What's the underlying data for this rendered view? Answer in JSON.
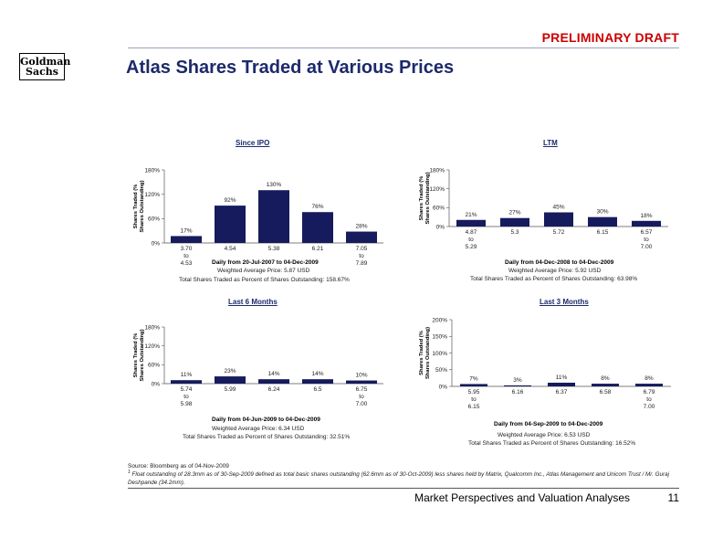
{
  "header": {
    "draft_label": "PRELIMINARY DRAFT",
    "logo_line1": "Goldman",
    "logo_line2": "Sachs",
    "title": "Atlas Shares Traded at Various Prices"
  },
  "colors": {
    "bar": "#151b5c",
    "title": "#1c2a6b",
    "draft": "#cc0000"
  },
  "chart_data": [
    {
      "id": "since-ipo",
      "type": "bar",
      "title": "Since IPO",
      "ylabel": "Shares Traded (% Shares Outstanding)",
      "yticks": [
        "0%",
        "60%",
        "120%",
        "180%"
      ],
      "ylim": [
        0,
        180
      ],
      "categories": [
        [
          "3.70",
          "to",
          "4.53"
        ],
        [
          "4.54"
        ],
        [
          "5.38"
        ],
        [
          "6.21"
        ],
        [
          "7.05",
          "to",
          "7.89"
        ]
      ],
      "values": [
        17,
        92,
        130,
        76,
        28
      ],
      "data_labels": [
        "17%",
        "92%",
        "130%",
        "76%",
        "28%"
      ],
      "subtitle": "Daily from 20-Jul-2007 to 04-Dec-2009",
      "weighted_avg": "Weighted Average Price: 5.87 USD",
      "total": "Total Shares Traded as Percent of Shares Outstanding: 158.67%"
    },
    {
      "id": "ltm",
      "type": "bar",
      "title": "LTM",
      "ylabel": "Shares Traded (% Shares Outstanding)",
      "yticks": [
        "0%",
        "60%",
        "120%",
        "180%"
      ],
      "ylim": [
        0,
        180
      ],
      "categories": [
        [
          "4.87",
          "to",
          "5.29"
        ],
        [
          "5.3"
        ],
        [
          "5.72"
        ],
        [
          "6.15"
        ],
        [
          "6.57",
          "to",
          "7.00"
        ]
      ],
      "values": [
        21,
        27,
        45,
        30,
        18
      ],
      "data_labels": [
        "21%",
        "27%",
        "45%",
        "30%",
        "18%"
      ],
      "subtitle": "Daily from 04-Dec-2008 to 04-Dec-2009",
      "weighted_avg": "Weighted Average Price: 5.92 USD",
      "total": "Total Shares Traded as Percent of Shares Outstanding: 63.98%"
    },
    {
      "id": "last-6-months",
      "type": "bar",
      "title": "Last 6 Months",
      "ylabel": "Shares Traded (% Shares Outstanding)",
      "yticks": [
        "0%",
        "60%",
        "120%",
        "180%"
      ],
      "ylim": [
        0,
        180
      ],
      "categories": [
        [
          "5.74",
          "to",
          "5.98"
        ],
        [
          "5.99"
        ],
        [
          "6.24"
        ],
        [
          "6.5"
        ],
        [
          "6.75",
          "to",
          "7.00"
        ]
      ],
      "values": [
        11,
        23,
        14,
        14,
        10
      ],
      "data_labels": [
        "11%",
        "23%",
        "14%",
        "14%",
        "10%"
      ],
      "subtitle": "Daily from 04-Jun-2009 to 04-Dec-2009",
      "weighted_avg": "Weighted Average Price: 6.34 USD",
      "total": "Total Shares Traded as Percent of Shares Outstanding: 32.51%"
    },
    {
      "id": "last-3-months",
      "type": "bar",
      "title": "Last 3 Months",
      "ylabel": "Shares Traded  (% Shares Outstanding)",
      "yticks": [
        "0%",
        "50%",
        "100%",
        "150%",
        "200%"
      ],
      "ylim": [
        0,
        200
      ],
      "categories": [
        [
          "5.95",
          "to",
          "6.15"
        ],
        [
          "6.16"
        ],
        [
          "6.37"
        ],
        [
          "6.58"
        ],
        [
          "6.79",
          "to",
          "7.00"
        ]
      ],
      "values": [
        7,
        3,
        11,
        8,
        8
      ],
      "data_labels": [
        "7%",
        "3%",
        "11%",
        "8%",
        "8%"
      ],
      "subtitle": "Daily from 04-Sep-2009 to 04-Dec-2009",
      "weighted_avg": "Weighted Average Price: 6.53 USD",
      "total": "Total Shares Traded as Percent of Shares Outstanding: 16.52%"
    }
  ],
  "footer": {
    "source": "Source: Bloomberg as of 04-Nov-2009",
    "footnote_marker": "1",
    "footnote": "Float outstanding of 28.3mm as of 30-Sep-2009 defined as total basic shares outstanding (62.6mm as of 30-Oct-2009) less shares held by Matrix, Qualcomm Inc., Atlas Management and Unicom Trust / Mr. Guraj Deshpande (34.2mm).",
    "section": "Market Perspectives and Valuation Analyses",
    "page_number": "11"
  }
}
